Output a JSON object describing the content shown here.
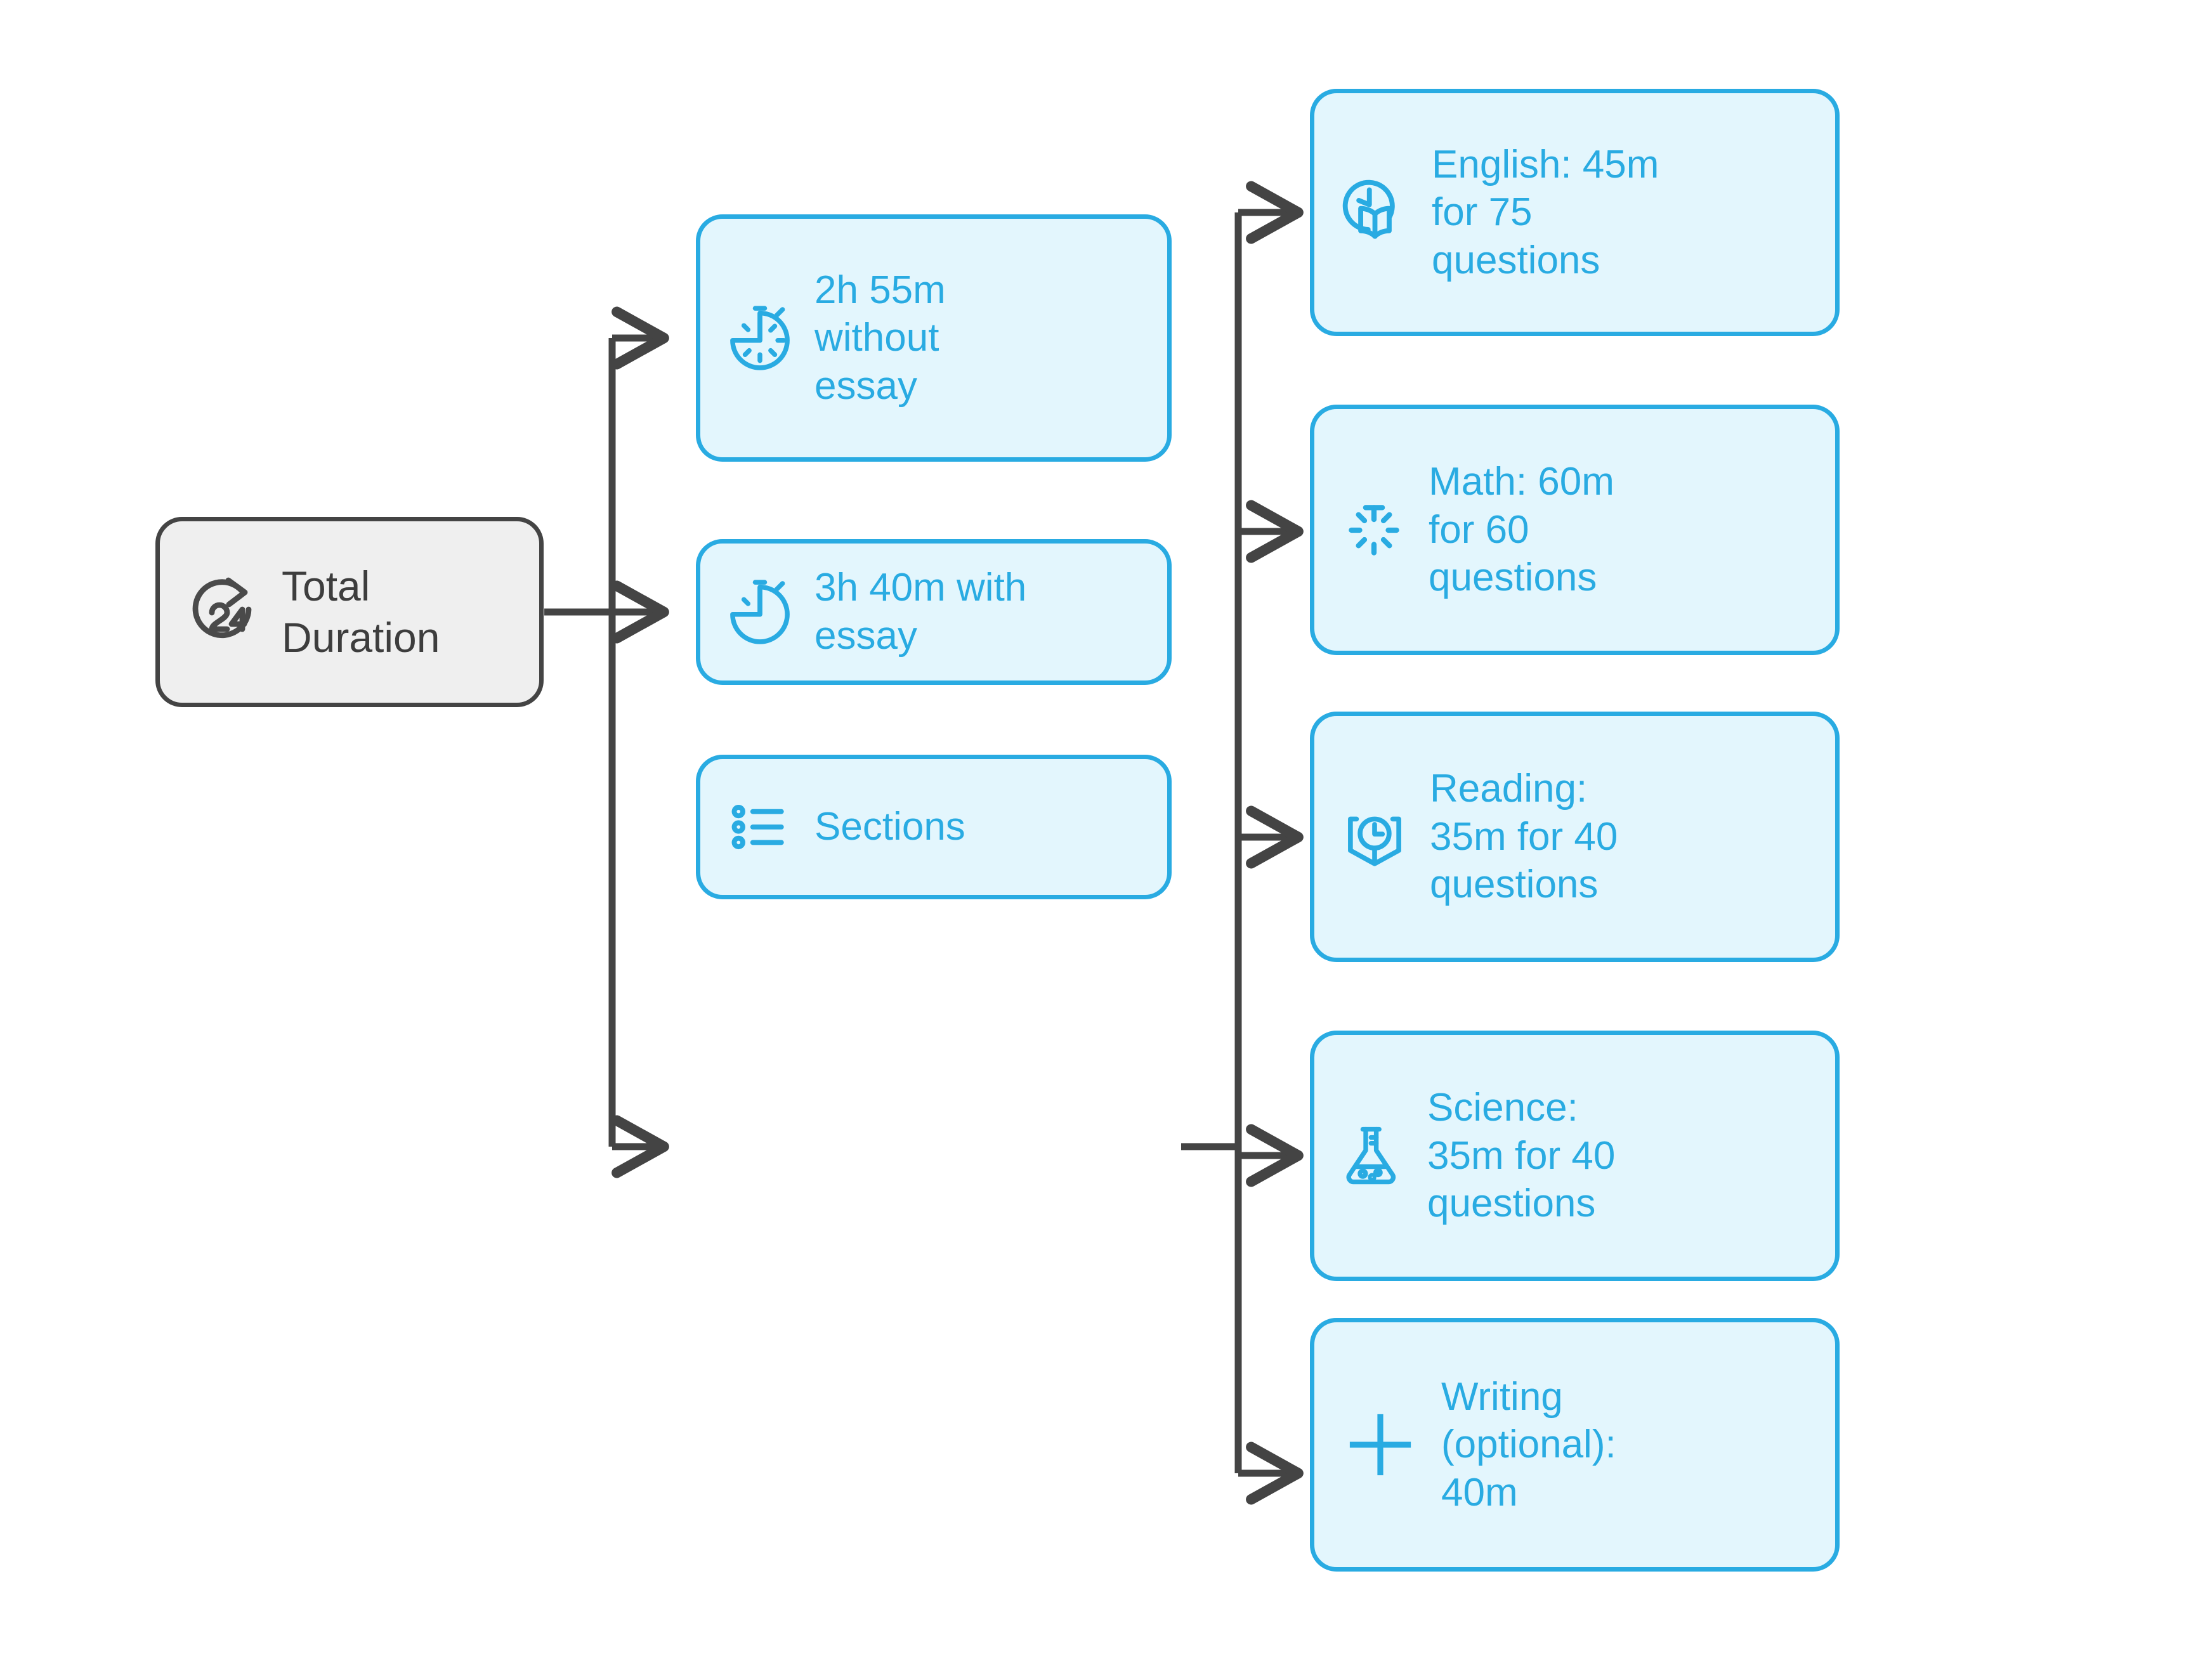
{
  "diagram": {
    "title": "Total Duration",
    "type": "flowchart",
    "orientation": "left-to-right",
    "colors": {
      "root_fill": "#efefef",
      "root_border": "#444444",
      "root_text": "#3d3d3d",
      "node_fill": "#e3f6fd",
      "node_border": "#29abe2",
      "node_text": "#29abe2",
      "connector": "#444444",
      "background": "#ffffff"
    }
  },
  "root": {
    "label": "Total\nDuration",
    "icon": "clock-24h-arrow-icon"
  },
  "level1": [
    {
      "id": "without-essay",
      "label": "2h 55m\nwithout\nessay",
      "icon": "stopwatch-ticks-icon",
      "duration": "2h 55m"
    },
    {
      "id": "with-essay",
      "label": "3h 40m with\nessay",
      "icon": "stopwatch-icon",
      "duration": "3h 40m"
    },
    {
      "id": "sections",
      "label": "Sections",
      "icon": "bullet-list-icon"
    }
  ],
  "sections": [
    {
      "id": "english",
      "label": "English: 45m\nfor 75\nquestions",
      "icon": "clock-book-icon",
      "subject": "English",
      "minutes": 45,
      "questions": 75
    },
    {
      "id": "math",
      "label": "Math: 60m\nfor 60\nquestions",
      "icon": "sunburst-t-icon",
      "subject": "Math",
      "minutes": 60,
      "questions": 60
    },
    {
      "id": "reading",
      "label": "Reading:\n35m for 40\nquestions",
      "icon": "book-clock-icon",
      "subject": "Reading",
      "minutes": 35,
      "questions": 40
    },
    {
      "id": "science",
      "label": "Science:\n35m for 40\nquestions",
      "icon": "flask-icon",
      "subject": "Science",
      "minutes": 35,
      "questions": 40
    },
    {
      "id": "writing",
      "label": "Writing\n(optional):\n40m",
      "icon": "plus-icon",
      "subject": "Writing (optional)",
      "minutes": 40,
      "questions": null
    }
  ]
}
